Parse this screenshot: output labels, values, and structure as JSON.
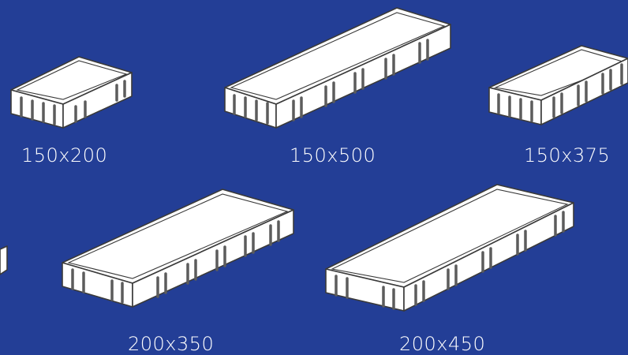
{
  "tiles": [
    {
      "id": "150x200",
      "label": "150x200"
    },
    {
      "id": "150x500",
      "label": "150x500"
    },
    {
      "id": "150x375",
      "label": "150x375"
    },
    {
      "id": "200x350",
      "label": "200x350"
    },
    {
      "id": "200x450",
      "label": "200x450"
    }
  ],
  "colors": {
    "background": "#233e96",
    "tile_fill": "#ffffff",
    "tile_outline": "#3a3a3a",
    "spacer_leg": "#5c5c5c",
    "label_text": "#ffffff"
  }
}
